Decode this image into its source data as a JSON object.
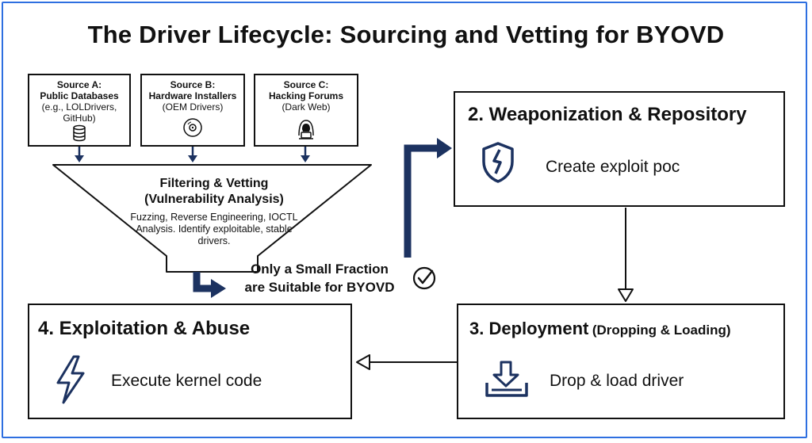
{
  "title": "The Driver Lifecycle: Sourcing and Vetting for BYOVD",
  "sources": [
    {
      "heading": "Source A:",
      "heading2": "Public Databases",
      "line1": "(e.g., LOLDrivers,",
      "line2": "GitHub)",
      "icon": "database-icon"
    },
    {
      "heading": "Source B:",
      "heading2": "Hardware Installers",
      "line1": "(OEM Drivers)",
      "line2": "",
      "icon": "disc-icon"
    },
    {
      "heading": "Source C:",
      "heading2": "Hacking Forums",
      "line1": "(Dark Web)",
      "line2": "",
      "icon": "hooded-hacker-icon"
    }
  ],
  "funnel": {
    "title1": "Filtering & Vetting",
    "title2": "(Vulnerability Analysis)",
    "body": "Fuzzing, Reverse Engineering, IOCTL Analysis. Identify exploitable, stable drivers."
  },
  "fraction": {
    "line1": "Only a Small Fraction",
    "line2": "are Suitable for BYOVD",
    "icon": "check-circle-icon"
  },
  "steps": {
    "weaponization": {
      "title": "2. Weaponization & Repository",
      "desc": "Create exploit poc",
      "icon": "broken-shield-icon"
    },
    "deployment": {
      "title": "3. Deployment",
      "title_extra": "(Dropping & Loading)",
      "desc": "Drop & load driver",
      "icon": "download-tray-icon"
    },
    "exploitation": {
      "title": "4. Exploitation & Abuse",
      "desc": "Execute kernel code",
      "icon": "lightning-icon"
    }
  },
  "colors": {
    "accent": "#1c3260",
    "frame": "#2e6fe0",
    "ink": "#111111"
  }
}
